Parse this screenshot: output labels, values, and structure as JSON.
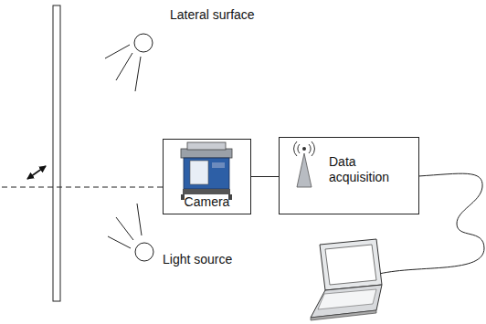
{
  "diagram": {
    "nodes": [
      {
        "text": [
          "Camera"
        ]
      },
      {
        "text": [
          "Data acquisition"
        ]
      }
    ],
    "edges": [
      {
        "from": 0,
        "to": 1,
        "arrow": "none"
      }
    ],
    "labels": [
      "Lateral surface",
      "Light source"
    ]
  }
}
